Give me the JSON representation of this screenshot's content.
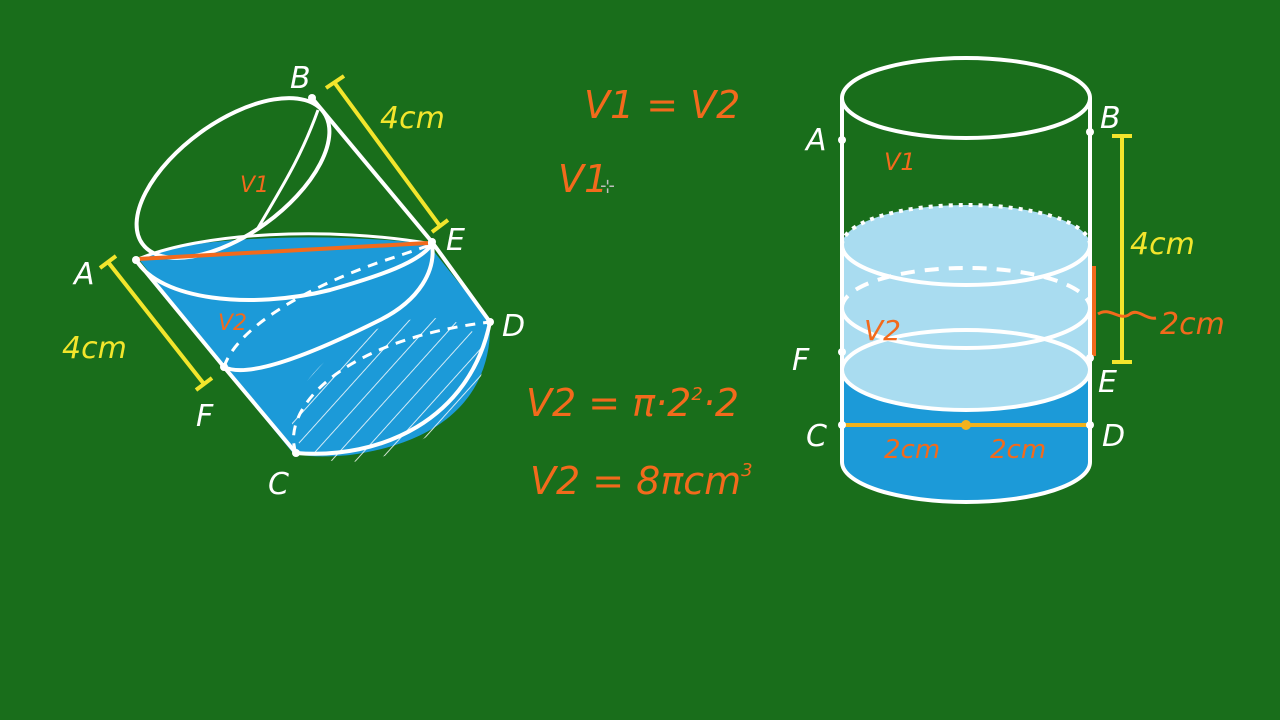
{
  "colors": {
    "board": "#196e1b",
    "chalk_white": "#ffffff",
    "chalk_yellow": "#f2e52c",
    "chalk_orange": "#f26a1c",
    "water_blue": "#1c9ad8",
    "water_light": "#a9dcf0"
  },
  "left_figure": {
    "points": {
      "A": "A",
      "B": "B",
      "C": "C",
      "D": "D",
      "E": "E",
      "F": "F"
    },
    "length_be": "4cm",
    "length_af": "4cm",
    "v1_label": "V1",
    "v2_label": "V2"
  },
  "right_figure": {
    "points": {
      "A": "A",
      "B": "B",
      "C": "C",
      "D": "D",
      "E": "E",
      "F": "F"
    },
    "v1_label": "V1",
    "v2_label": "V2",
    "height_label": "4cm",
    "water_height_label": "2cm",
    "radius_left_label": "2cm",
    "radius_right_label": "2cm"
  },
  "equations": {
    "line1": "V1 = V2",
    "line2": "V1",
    "line3_main": "V2 = π·2",
    "line3_exp": "2",
    "line3_tail": "·2",
    "line4_main": "V2 = 8πcm",
    "line4_exp": "3"
  },
  "cursor": "⊹"
}
